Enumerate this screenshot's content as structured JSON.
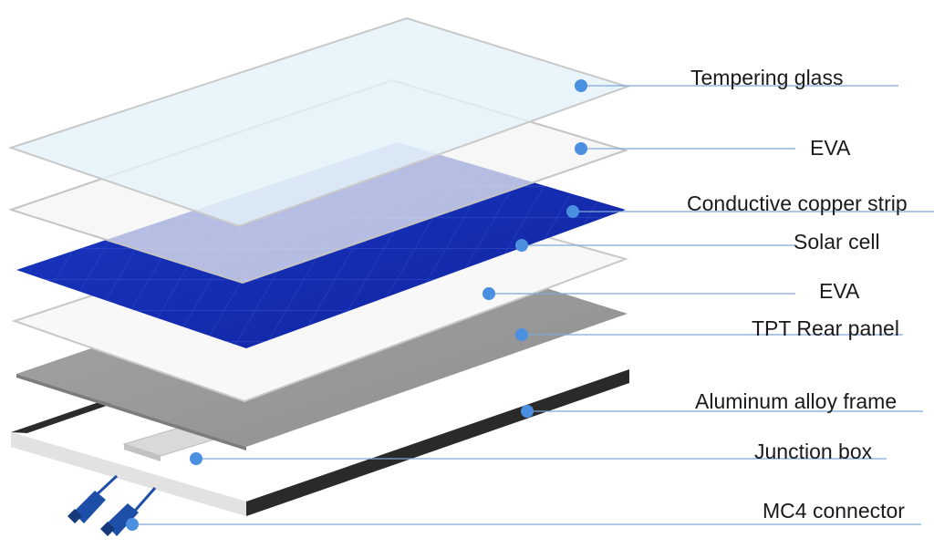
{
  "diagram": {
    "colors": {
      "glass_fill": "#e6f4fb",
      "glass_edge": "#c9c9c9",
      "eva_fill": "#f7f7f7",
      "cell_blue": "#1530b8",
      "rear_panel": "#9c9c9c",
      "frame_dark": "#2c2c2c",
      "frame_light": "#d8d8d8",
      "connector": "#1e4fa8",
      "leader_line": "#7fa8d8",
      "marker_dot": "#4a8fe0"
    },
    "labels": [
      {
        "id": "tempering-glass",
        "text": "Tempering glass"
      },
      {
        "id": "eva-top",
        "text": "EVA"
      },
      {
        "id": "conductive-copper-strip",
        "text": "Conductive copper strip"
      },
      {
        "id": "solar-cell",
        "text": "Solar cell"
      },
      {
        "id": "eva-bottom",
        "text": "EVA"
      },
      {
        "id": "tpt-rear-panel",
        "text": "TPT Rear panel"
      },
      {
        "id": "aluminum-alloy-frame",
        "text": "Aluminum alloy frame"
      },
      {
        "id": "junction-box",
        "text": "Junction box"
      },
      {
        "id": "mc4-connector",
        "text": "MC4 connector"
      }
    ]
  }
}
